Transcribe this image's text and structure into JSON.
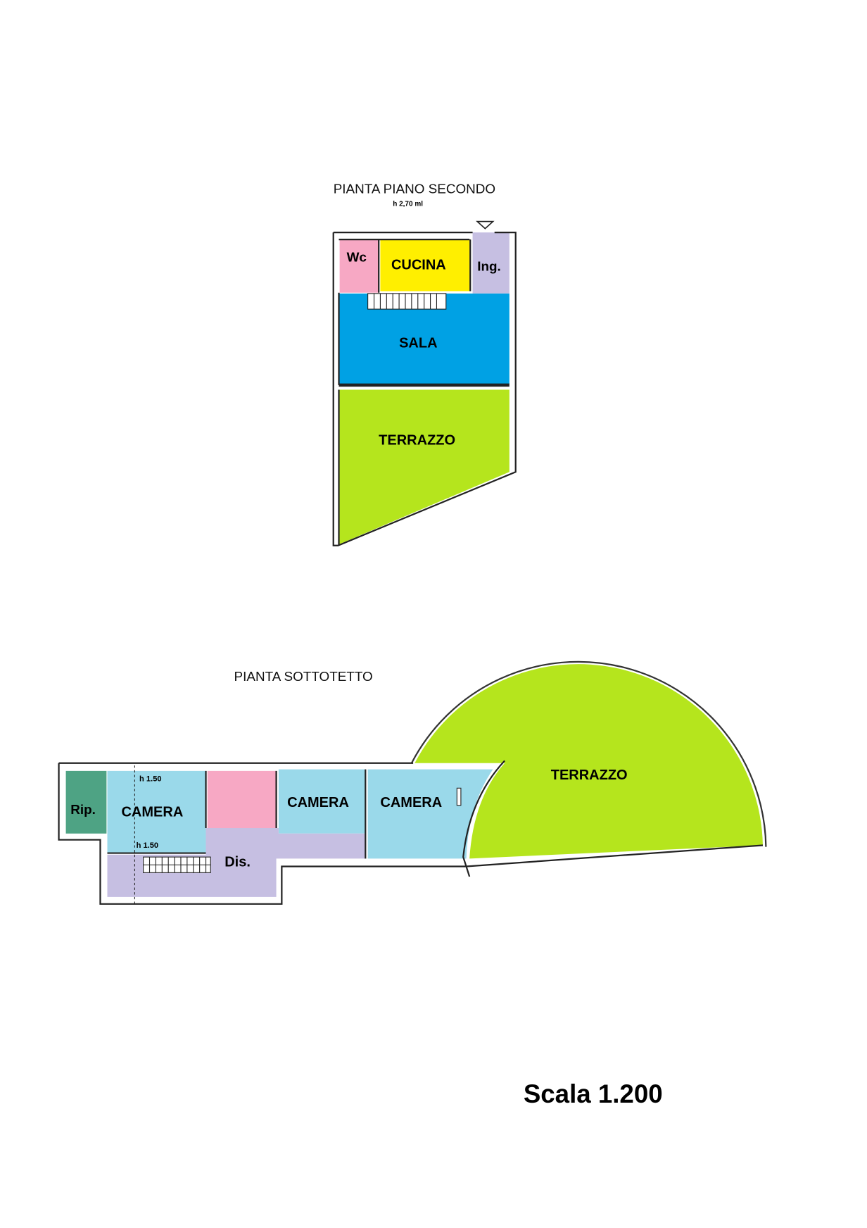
{
  "floor2": {
    "title": "PIANTA PIANO SECONDO",
    "height_note": "h 2,70 ml",
    "rooms": {
      "wc": "Wc",
      "cucina": "CUCINA",
      "ingresso": "Ing.",
      "sala": "SALA",
      "terrazzo": "TERRAZZO"
    }
  },
  "attic": {
    "title": "PIANTA SOTTOTETTO",
    "height_note_1": "h 1.50",
    "height_note_2": "h 1.50",
    "rooms": {
      "ripostiglio": "Rip.",
      "camera1": "CAMERA",
      "camera2": "CAMERA",
      "camera3": "CAMERA",
      "disimpegno": "Dis.",
      "terrazzo": "TERRAZZO"
    }
  },
  "scale": "Scala 1.200",
  "colors": {
    "wc": "#f7a8c4",
    "cucina": "#ffef00",
    "ingresso": "#c6bfe2",
    "sala": "#00a1e4",
    "terrazzo": "#b5e51d",
    "camera": "#9ad9ea",
    "rip": "#4ea384",
    "dis": "#c6bfe2"
  }
}
